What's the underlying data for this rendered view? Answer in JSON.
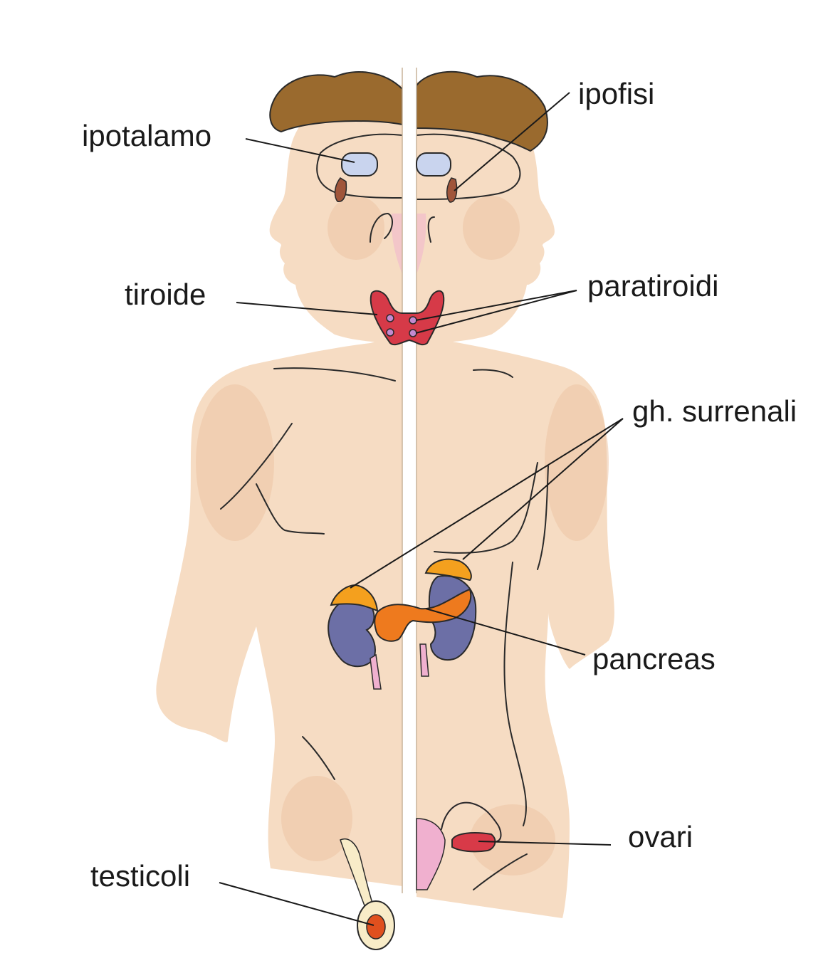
{
  "colors": {
    "skin": "#f6dcc3",
    "skin_shadow": "#ecc4a4",
    "hair": "#9a6a2e",
    "hypothalamus": "#c9d4ee",
    "pituitary": "#a0553a",
    "thyroid": "#d63a48",
    "parathyroid": "#c48ad0",
    "adrenal": "#f4a01e",
    "kidney": "#6c6fa6",
    "pancreas": "#ee7a1e",
    "ovary": "#d83a48",
    "uterus": "#f0b0cf",
    "testis_sac": "#f8ecc8",
    "testis": "#e0501e",
    "divider": "#ffffff"
  },
  "labels": {
    "ipotalamo": "ipotalamo",
    "ipofisi": "ipofisi",
    "tiroide": "tiroide",
    "paratiroidi": "paratiroidi",
    "surrenali": "gh. surrenali",
    "pancreas": "pancreas",
    "ovari": "ovari",
    "testicoli": "testicoli"
  }
}
